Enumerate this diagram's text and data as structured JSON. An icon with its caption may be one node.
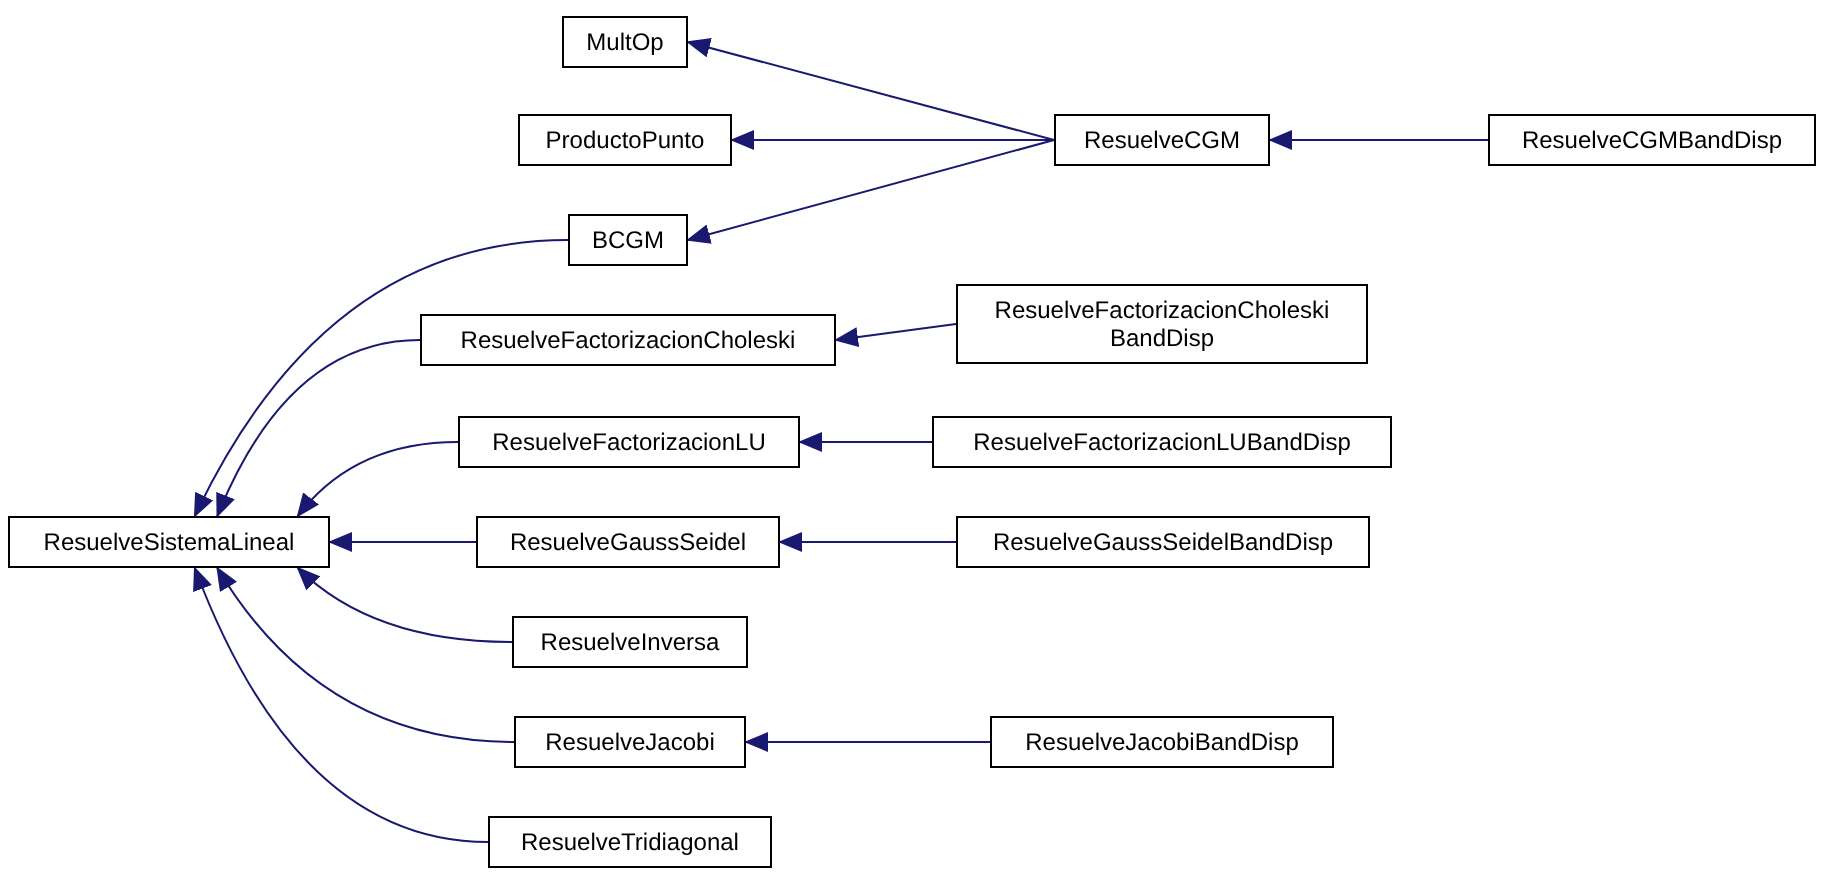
{
  "diagram": {
    "nodes": [
      {
        "text": [
          "ResuelveSistemaLineal"
        ]
      },
      {
        "text": [
          "MultOp"
        ]
      },
      {
        "text": [
          "ProductoPunto"
        ]
      },
      {
        "text": [
          "BCGM"
        ]
      },
      {
        "text": [
          "ResuelveCGM"
        ]
      },
      {
        "text": [
          "ResuelveCGMBandDisp"
        ]
      },
      {
        "text": [
          "ResuelveFactorizacionCholeski"
        ]
      },
      {
        "text": [
          "ResuelveFactorizacionCholeski BandDisp"
        ]
      },
      {
        "text": [
          "ResuelveFactorizacionLU"
        ]
      },
      {
        "text": [
          "ResuelveFactorizacionLUBandDisp"
        ]
      },
      {
        "text": [
          "ResuelveGaussSeidel"
        ]
      },
      {
        "text": [
          "ResuelveGaussSeidelBandDisp"
        ]
      },
      {
        "text": [
          "ResuelveInversa"
        ]
      },
      {
        "text": [
          "ResuelveJacobi"
        ]
      },
      {
        "text": [
          "ResuelveJacobiBandDisp"
        ]
      },
      {
        "text": [
          "ResuelveTridiagonal"
        ]
      }
    ],
    "edges": [
      {
        "from": 4,
        "to": 1,
        "arrow": "to"
      },
      {
        "from": 4,
        "to": 2,
        "arrow": "to"
      },
      {
        "from": 4,
        "to": 3,
        "arrow": "to"
      },
      {
        "from": 5,
        "to": 4,
        "arrow": "to"
      },
      {
        "from": 3,
        "to": 0,
        "arrow": "to"
      },
      {
        "from": 6,
        "to": 0,
        "arrow": "to"
      },
      {
        "from": 7,
        "to": 6,
        "arrow": "to"
      },
      {
        "from": 8,
        "to": 0,
        "arrow": "to"
      },
      {
        "from": 9,
        "to": 8,
        "arrow": "to"
      },
      {
        "from": 10,
        "to": 0,
        "arrow": "to"
      },
      {
        "from": 11,
        "to": 10,
        "arrow": "to"
      },
      {
        "from": 12,
        "to": 0,
        "arrow": "to"
      },
      {
        "from": 13,
        "to": 0,
        "arrow": "to"
      },
      {
        "from": 14,
        "to": 13,
        "arrow": "to"
      },
      {
        "from": 15,
        "to": 0,
        "arrow": "to"
      }
    ]
  }
}
